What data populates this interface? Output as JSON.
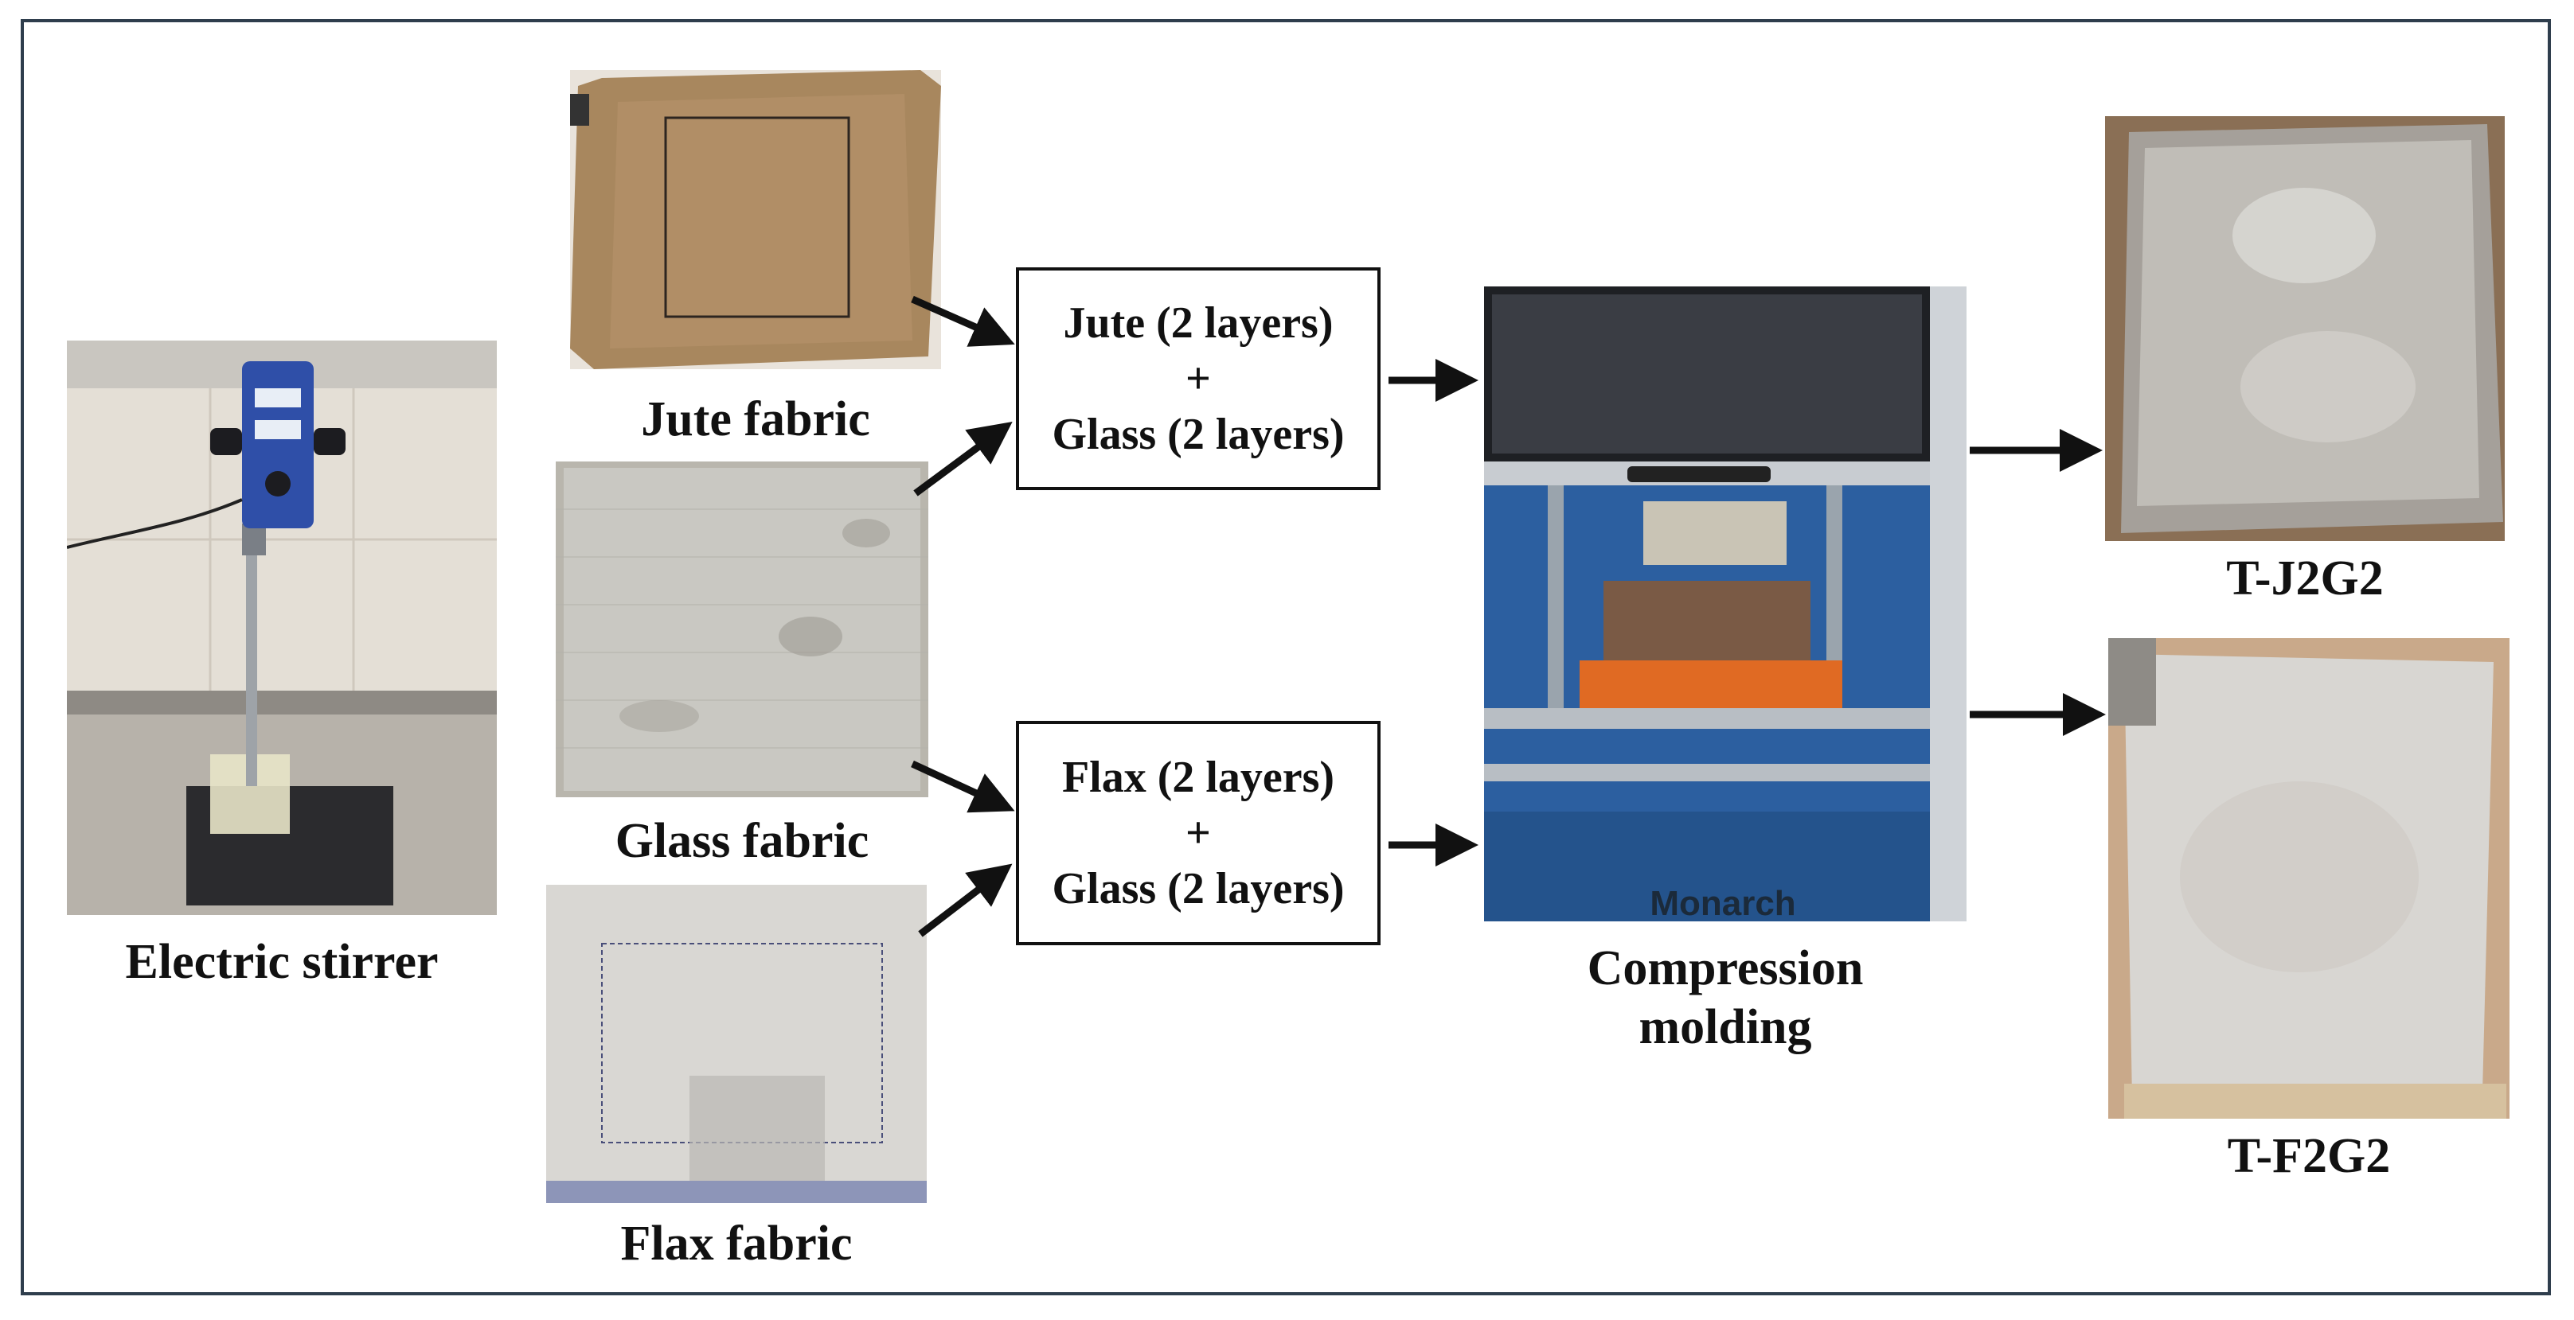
{
  "diagram": {
    "stirrer_label": "Electric stirrer",
    "jute_label": "Jute fabric",
    "glass_label": "Glass fabric",
    "flax_label": "Flax fabric",
    "box_top": {
      "line1": "Jute (2 layers)",
      "plus": "+",
      "line2": "Glass (2 layers)"
    },
    "box_bottom": {
      "line1": "Flax (2 layers)",
      "plus": "+",
      "line2": "Glass (2 layers)"
    },
    "process_label_line1": "Compression",
    "process_label_line2": "molding",
    "machine_brand": "Monarch",
    "output_top_label": "T-J2G2",
    "output_bottom_label": "T-F2G2"
  }
}
